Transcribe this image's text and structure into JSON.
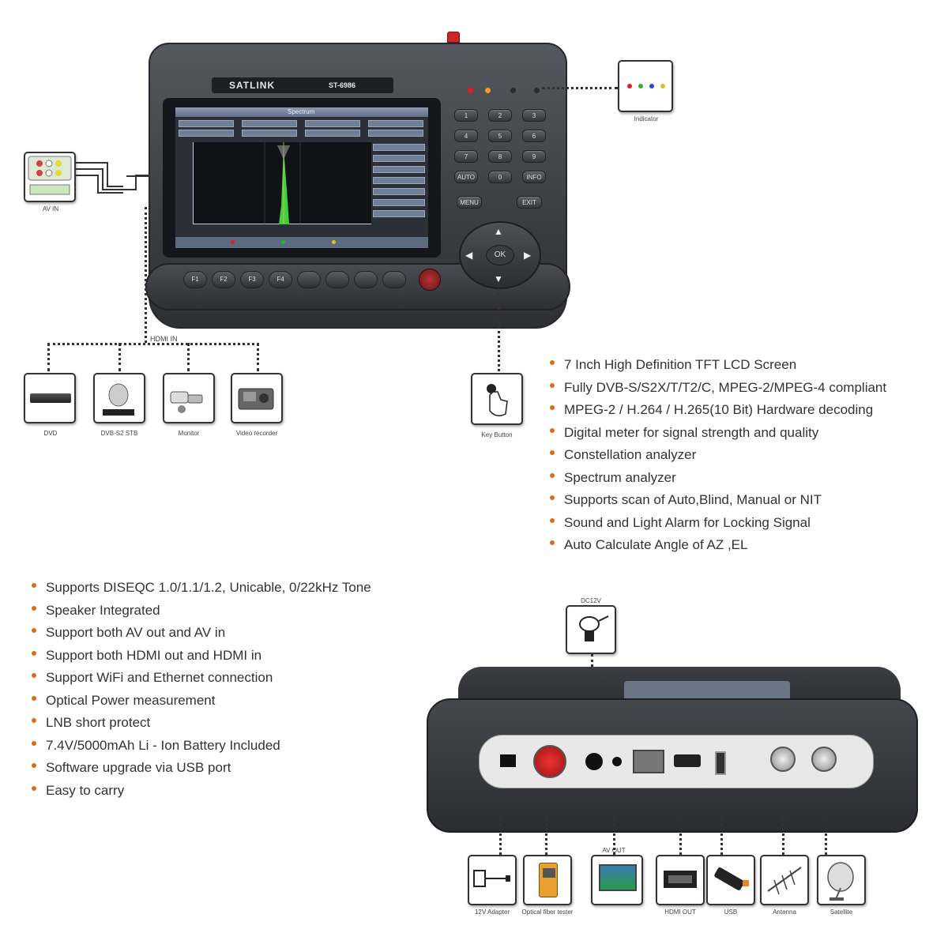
{
  "device": {
    "brand": "SATLINK",
    "model": "ST-6986",
    "screen_title": "Spectrum",
    "keypad": [
      "1",
      "2",
      "3",
      "4",
      "5",
      "6",
      "7",
      "8",
      "9",
      "AUTO",
      "0",
      "INFO"
    ],
    "menu_label": "MENU",
    "exit_label": "EXIT",
    "ok_label": "OK",
    "function_keys": [
      "F1",
      "F2",
      "F3",
      "F4"
    ]
  },
  "callouts": {
    "indicator": "Indicator",
    "av_in": "AV IN",
    "hdmi_in": "HDMI IN",
    "dvd": "DVD",
    "dvb_s2_stb": "DVB-S2 STB",
    "monitor": "Monitor",
    "video_recorder": "Video recorder",
    "key_button": "Key Button",
    "dc12v": "DC12V",
    "adapter": "12V Adapter",
    "optical_fiber_tester": "Optical fiber tester",
    "av_out": "AV OUT",
    "hdmi_out": "HDMI OUT",
    "usb": "USB",
    "antenna": "Antenna",
    "satellite": "Satellite"
  },
  "features_right": [
    "7 Inch High Definition TFT LCD Screen",
    "Fully DVB-S/S2X/T/T2/C, MPEG-2/MPEG-4 compliant",
    "MPEG-2 / H.264 / H.265(10 Bit) Hardware decoding",
    "Digital meter for signal strength and quality",
    "Constellation analyzer",
    "Spectrum analyzer",
    "Supports scan of Auto,Blind, Manual or NIT",
    "Sound and Light Alarm for Locking Signal",
    "Auto Calculate Angle of AZ ,EL"
  ],
  "features_left": [
    "Supports DISEQC 1.0/1.1/1.2, Unicable, 0/22kHz Tone",
    "Speaker Integrated",
    "Support both AV out and AV in",
    "Support both HDMI out and HDMI in",
    "Support WiFi and Ethernet connection",
    "Optical Power measurement",
    "LNB short protect",
    "7.4V/5000mAh Li - Ion Battery Included",
    "Software upgrade via USB port",
    "Easy to carry"
  ],
  "colors": {
    "bullet": "#e06a1a",
    "device_body": "#45484e",
    "screen_bg": "#2a2f38",
    "spectrum_trace": "#3fd13f",
    "power_button": "#c8282a",
    "indicator_leds": [
      "#e02020",
      "#2ab530",
      "#2050d0",
      "#e0c020"
    ]
  }
}
